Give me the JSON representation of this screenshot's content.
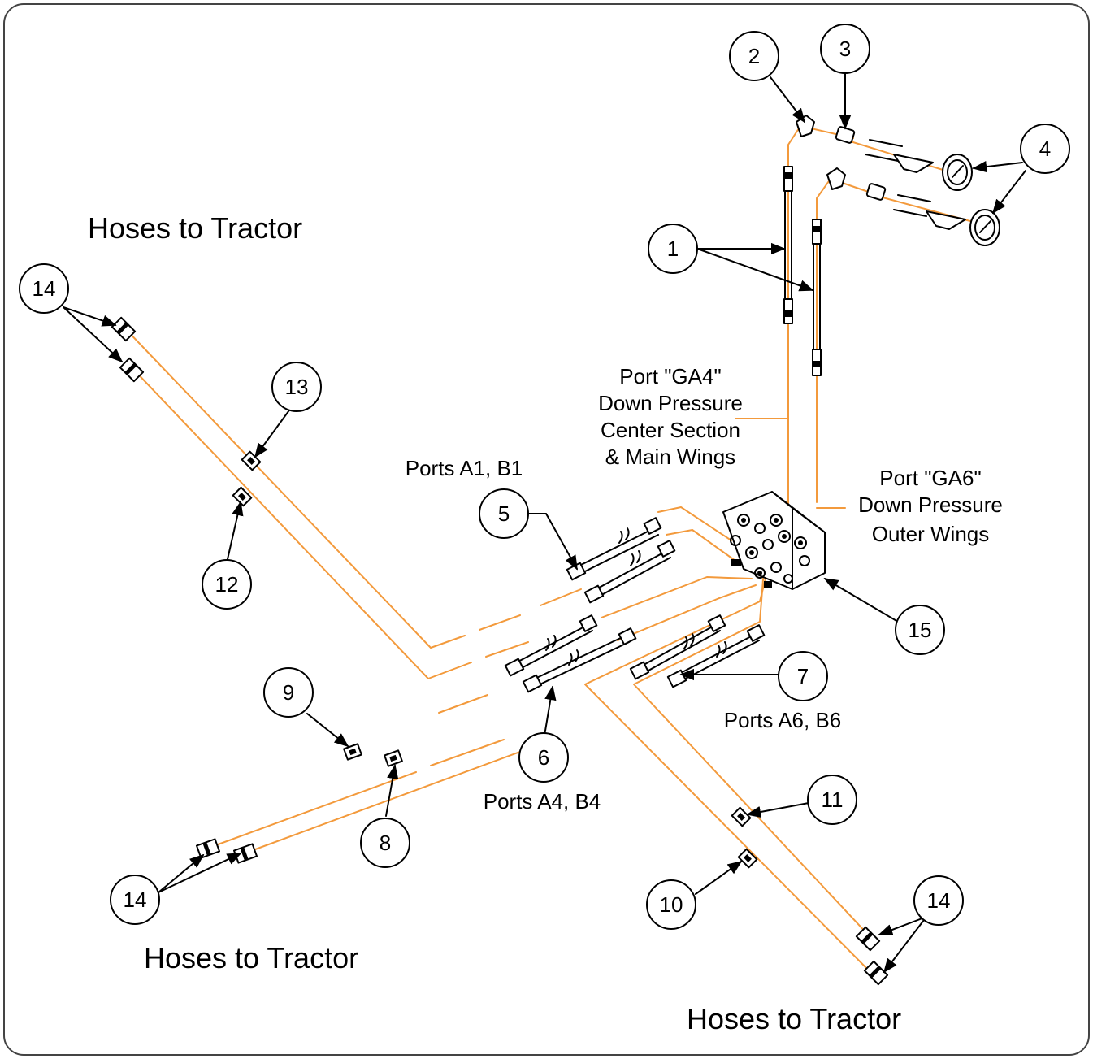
{
  "colors": {
    "hose": "#f39a3c",
    "ink": "#000000",
    "background": "#ffffff",
    "frame": "#444444"
  },
  "labels": {
    "hoses_to_tractor_1": "Hoses to Tractor",
    "hoses_to_tractor_2": "Hoses to Tractor",
    "hoses_to_tractor_3": "Hoses to Tractor",
    "ports_a1_b1": "Ports A1, B1",
    "ports_a4_b4": "Ports A4, B4",
    "ports_a6_b6": "Ports A6, B6",
    "port_ga4": [
      "Port \"GA4\"",
      "Down Pressure",
      "Center Section",
      "& Main Wings"
    ],
    "port_ga6": [
      "Port \"GA6\"",
      "Down Pressure",
      "Outer Wings"
    ]
  },
  "callouts": [
    "1",
    "2",
    "3",
    "4",
    "4",
    "5",
    "6",
    "7",
    "8",
    "9",
    "10",
    "11",
    "12",
    "13",
    "14",
    "14",
    "14",
    "14",
    "15"
  ]
}
